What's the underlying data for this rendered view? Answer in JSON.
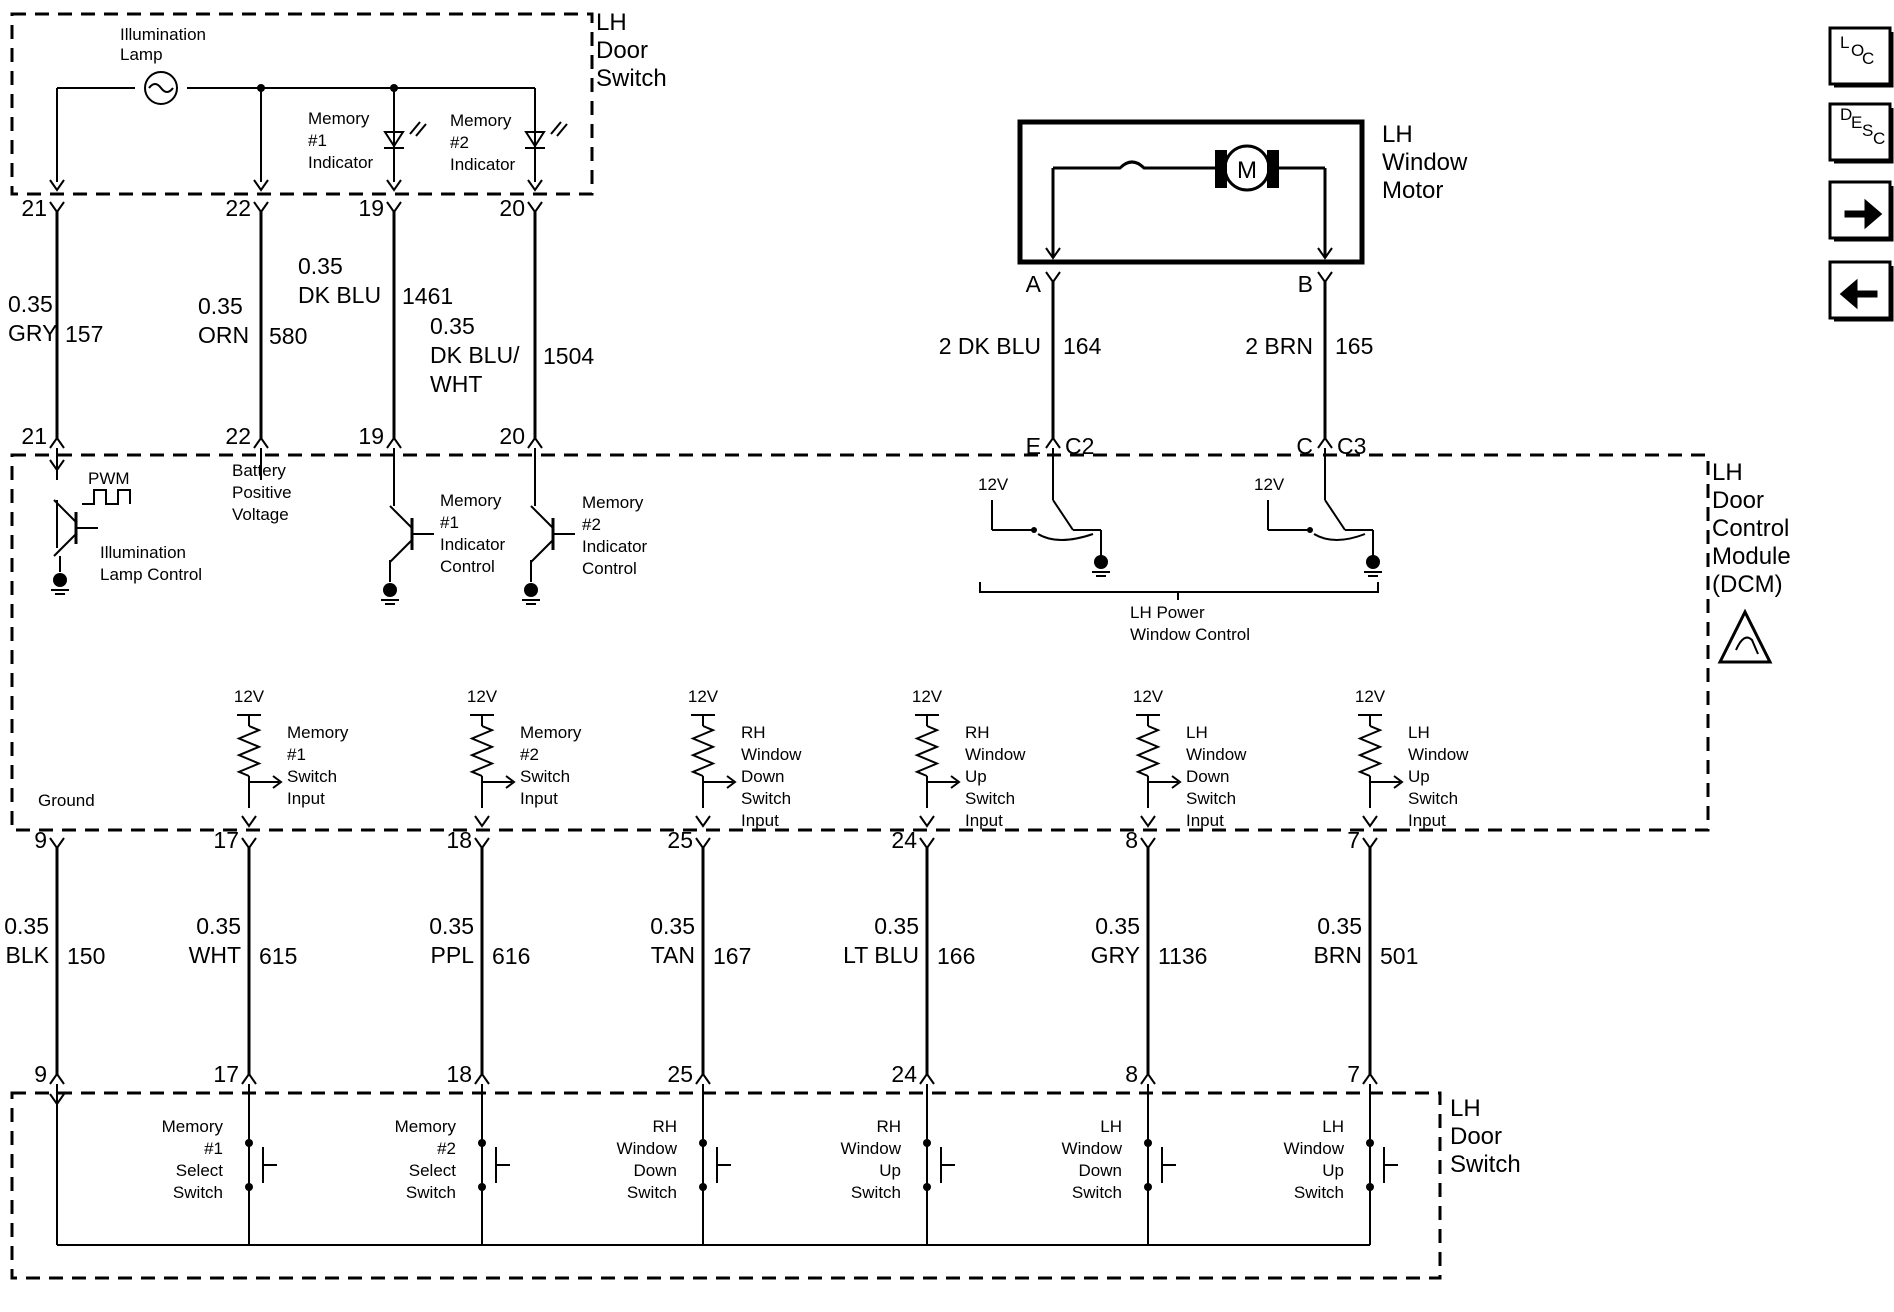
{
  "components": {
    "top_switch": "LH Door Switch",
    "motor": "LH Window Motor",
    "dcm": "LH Door Control Module (DCM)",
    "bottom_switch": "LH Door Switch",
    "power_window_control": "LH Power Window Control",
    "motor_symbol": "M"
  },
  "top_labels": {
    "illum_lamp": "Illumination Lamp",
    "mem1_ind": "Memory #1 Indicator",
    "mem2_ind": "Memory #2 Indicator"
  },
  "dcm_labels": {
    "pwm": "PWM",
    "illum_ctrl": "Illumination Lamp Control",
    "battery": "Battery Positive Voltage",
    "mem1_ctrl": "Memory #1 Indicator Control",
    "mem2_ctrl": "Memory #2 Indicator Control",
    "ground": "Ground",
    "v12": "12V"
  },
  "upper_wires": [
    {
      "pin": "21",
      "gauge": "0.35",
      "color": "GRY",
      "circuit": "157"
    },
    {
      "pin": "22",
      "gauge": "0.35",
      "color": "ORN",
      "circuit": "580"
    },
    {
      "pin": "19",
      "gauge": "0.35",
      "color": "DK BLU",
      "circuit": "1461"
    },
    {
      "pin": "20",
      "gauge": "0.35",
      "color": "DK BLU/ WHT",
      "circuit": "1504"
    }
  ],
  "motor_wires": [
    {
      "motor_pin": "A",
      "gauge_color": "2 DK BLU",
      "circuit": "164",
      "module_pin": "E",
      "connector": "C2"
    },
    {
      "motor_pin": "B",
      "gauge_color": "2 BRN",
      "circuit": "165",
      "module_pin": "C",
      "connector": "C3"
    }
  ],
  "inputs": [
    "Memory #1 Switch Input",
    "Memory #2 Switch Input",
    "RH Window Down Switch Input",
    "RH Window Up Switch Input",
    "LH Window Down Switch Input",
    "LH Window Up Switch Input"
  ],
  "lower_wires": [
    {
      "pin": "9",
      "gauge": "0.35",
      "color": "BLK",
      "circuit": "150"
    },
    {
      "pin": "17",
      "gauge": "0.35",
      "color": "WHT",
      "circuit": "615"
    },
    {
      "pin": "18",
      "gauge": "0.35",
      "color": "PPL",
      "circuit": "616"
    },
    {
      "pin": "25",
      "gauge": "0.35",
      "color": "TAN",
      "circuit": "167"
    },
    {
      "pin": "24",
      "gauge": "0.35",
      "color": "LT BLU",
      "circuit": "166"
    },
    {
      "pin": "8",
      "gauge": "0.35",
      "color": "GRY",
      "circuit": "1136"
    },
    {
      "pin": "7",
      "gauge": "0.35",
      "color": "BRN",
      "circuit": "501"
    }
  ],
  "switches": [
    "Memory #1 Select Switch",
    "Memory #2 Select Switch",
    "RH Window Down Switch",
    "RH Window Up Switch",
    "LH Window Down Switch",
    "LH Window Up Switch"
  ],
  "nav": {
    "loc": "LOC",
    "desc": "DESC",
    "next_icon": "right-arrow-icon",
    "prev_icon": "left-arrow-icon"
  }
}
